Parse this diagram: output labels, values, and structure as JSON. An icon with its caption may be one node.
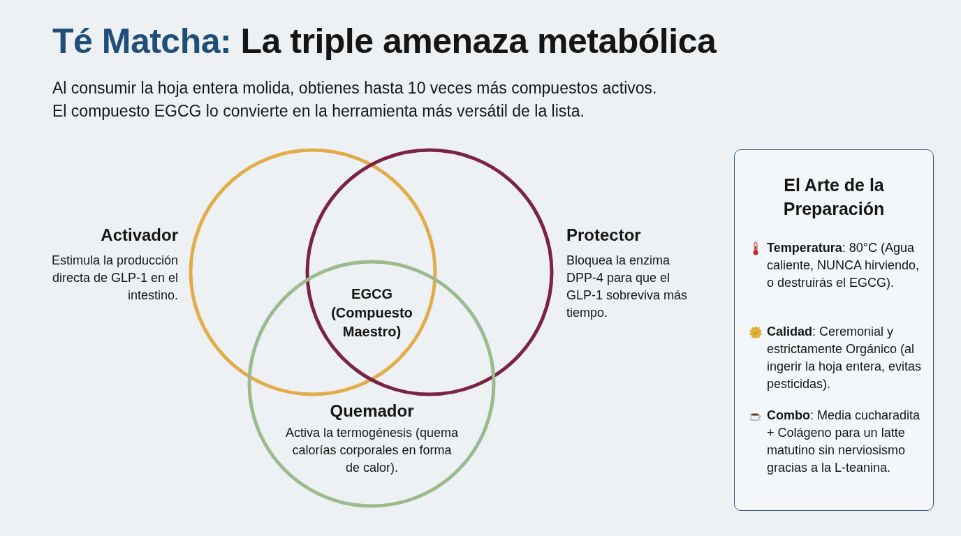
{
  "diagram": {
    "title": "Té Matcha: La triple amenaza metabólica",
    "nodes": [
      {
        "text": [
          "Activador",
          "Estimula la producción directa de GLP-1 en el intestino."
        ]
      },
      {
        "text": [
          "Protector",
          "Bloquea la enzima DPP-4 para que el GLP-1 sobreviva más tiempo."
        ]
      },
      {
        "text": [
          "Quemador",
          "Activa la termogénesis (quema calorías corporales en forma de calor)."
        ]
      },
      {
        "text": [
          "El Arte de la Preparación",
          "**Temperatura**: 80°C (Agua caliente, NUNCA hirviendo, o destruirás el EGCG).",
          "**Calidad**: Ceremonial y estrictamente Orgánico (al ingerir la hoja entera, evitas pesticidas).",
          "**Combo**: Media cucharadita + Colágeno para un latte matutino sin nerviosismo gracias a la L-teanina."
        ]
      }
    ],
    "edges": [],
    "labels": [
      "Al consumir la hoja entera molida, obtienes hasta 10 veces más compuestos activos.",
      "El compuesto EGCG lo convierte en la herramienta más versátil de la lista.",
      "EGCG (Compuesto Maestro)"
    ]
  }
}
